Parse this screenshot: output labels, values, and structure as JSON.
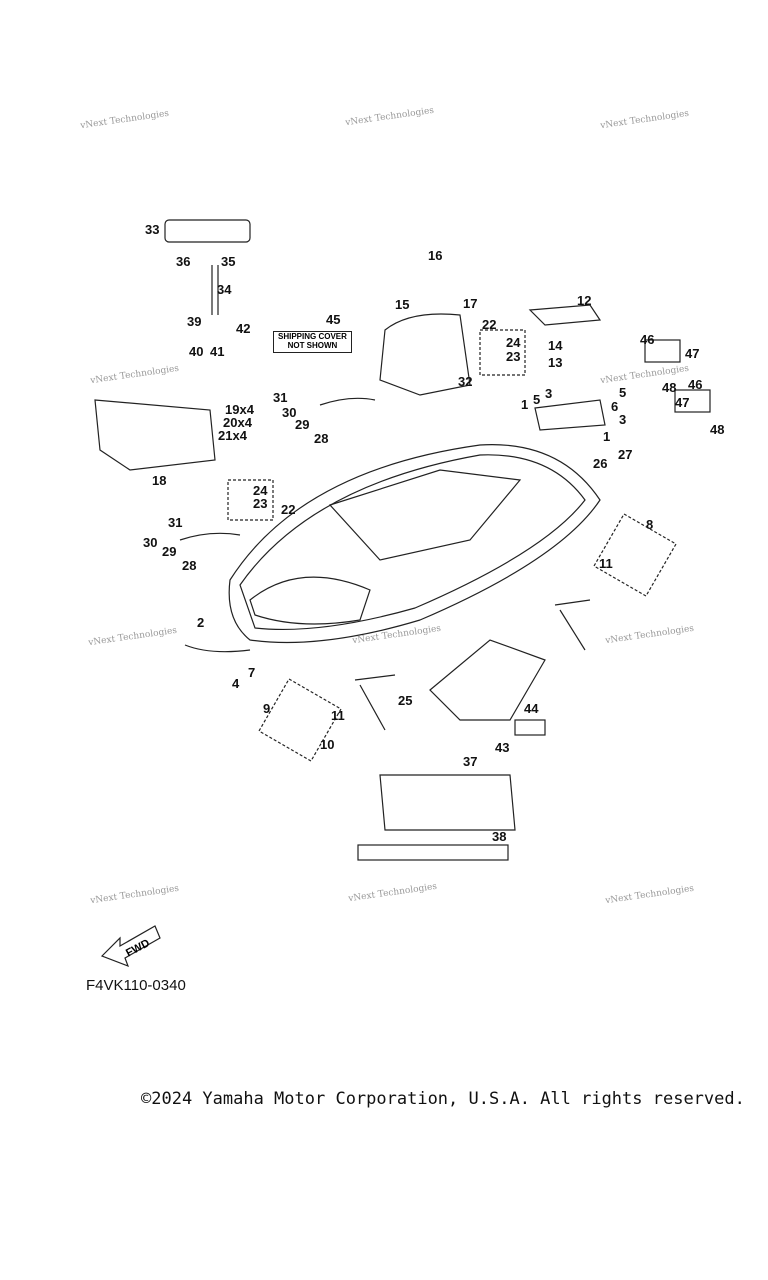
{
  "watermark": "vNext Technologies",
  "shipping_note": {
    "line1": "SHIPPING COVER",
    "line2": "NOT SHOWN"
  },
  "fwd_label": "FWD",
  "diagram_code": "F4VK110-0340",
  "copyright": "©2024 Yamaha Motor Corporation, U.S.A. All rights reserved.",
  "callouts": [
    "33",
    "36",
    "35",
    "34",
    "39",
    "42",
    "40",
    "41",
    "45",
    "16",
    "15",
    "17",
    "22",
    "24",
    "23",
    "12",
    "14",
    "13",
    "46",
    "47",
    "48",
    "46",
    "47",
    "48",
    "32",
    "31",
    "30",
    "29",
    "28",
    "5",
    "3",
    "1",
    "3",
    "1",
    "5",
    "6",
    "19x4",
    "20x4",
    "21x4",
    "18",
    "26",
    "27",
    "24",
    "23",
    "22",
    "31",
    "30",
    "29",
    "28",
    "8",
    "11",
    "2",
    "7",
    "4",
    "25",
    "9",
    "11",
    "10",
    "44",
    "43",
    "37",
    "38"
  ]
}
